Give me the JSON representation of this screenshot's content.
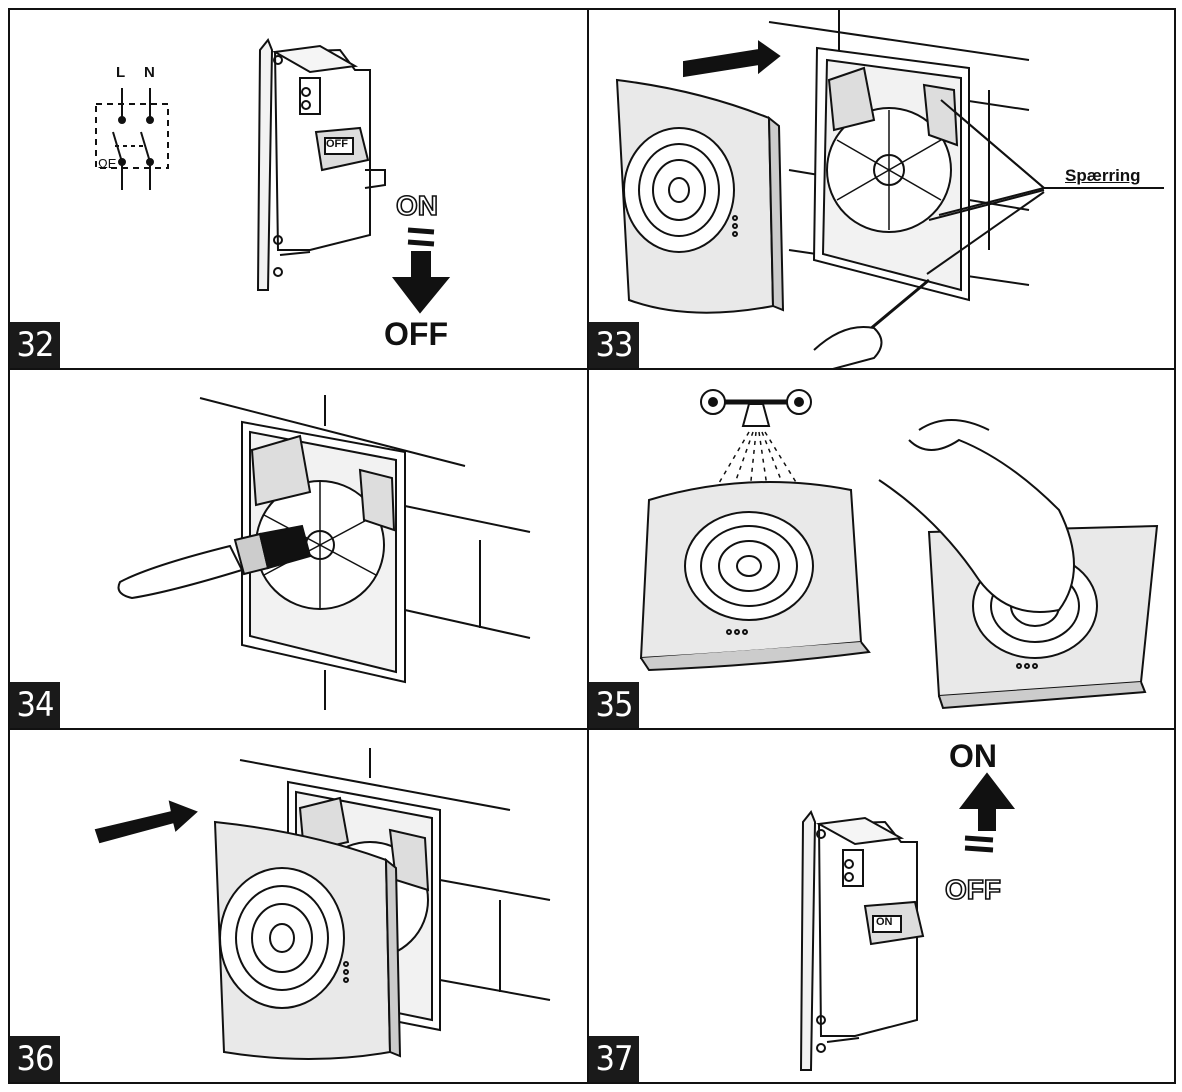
{
  "panels": [
    {
      "number": "32",
      "switch_label": "OFF",
      "arrow_from": "ON",
      "arrow_to": "OFF",
      "wiring": {
        "l": "L",
        "n": "N",
        "symbol": "ΩE"
      }
    },
    {
      "number": "33",
      "callout": "Spærring"
    },
    {
      "number": "34"
    },
    {
      "number": "35"
    },
    {
      "number": "36"
    },
    {
      "number": "37",
      "switch_label": "ON",
      "arrow_to": "ON",
      "arrow_from": "OFF"
    }
  ],
  "colors": {
    "ink": "#111111",
    "badge": "#1a1a1a",
    "fan": "#e9e9e9",
    "paper": "#ffffff"
  }
}
